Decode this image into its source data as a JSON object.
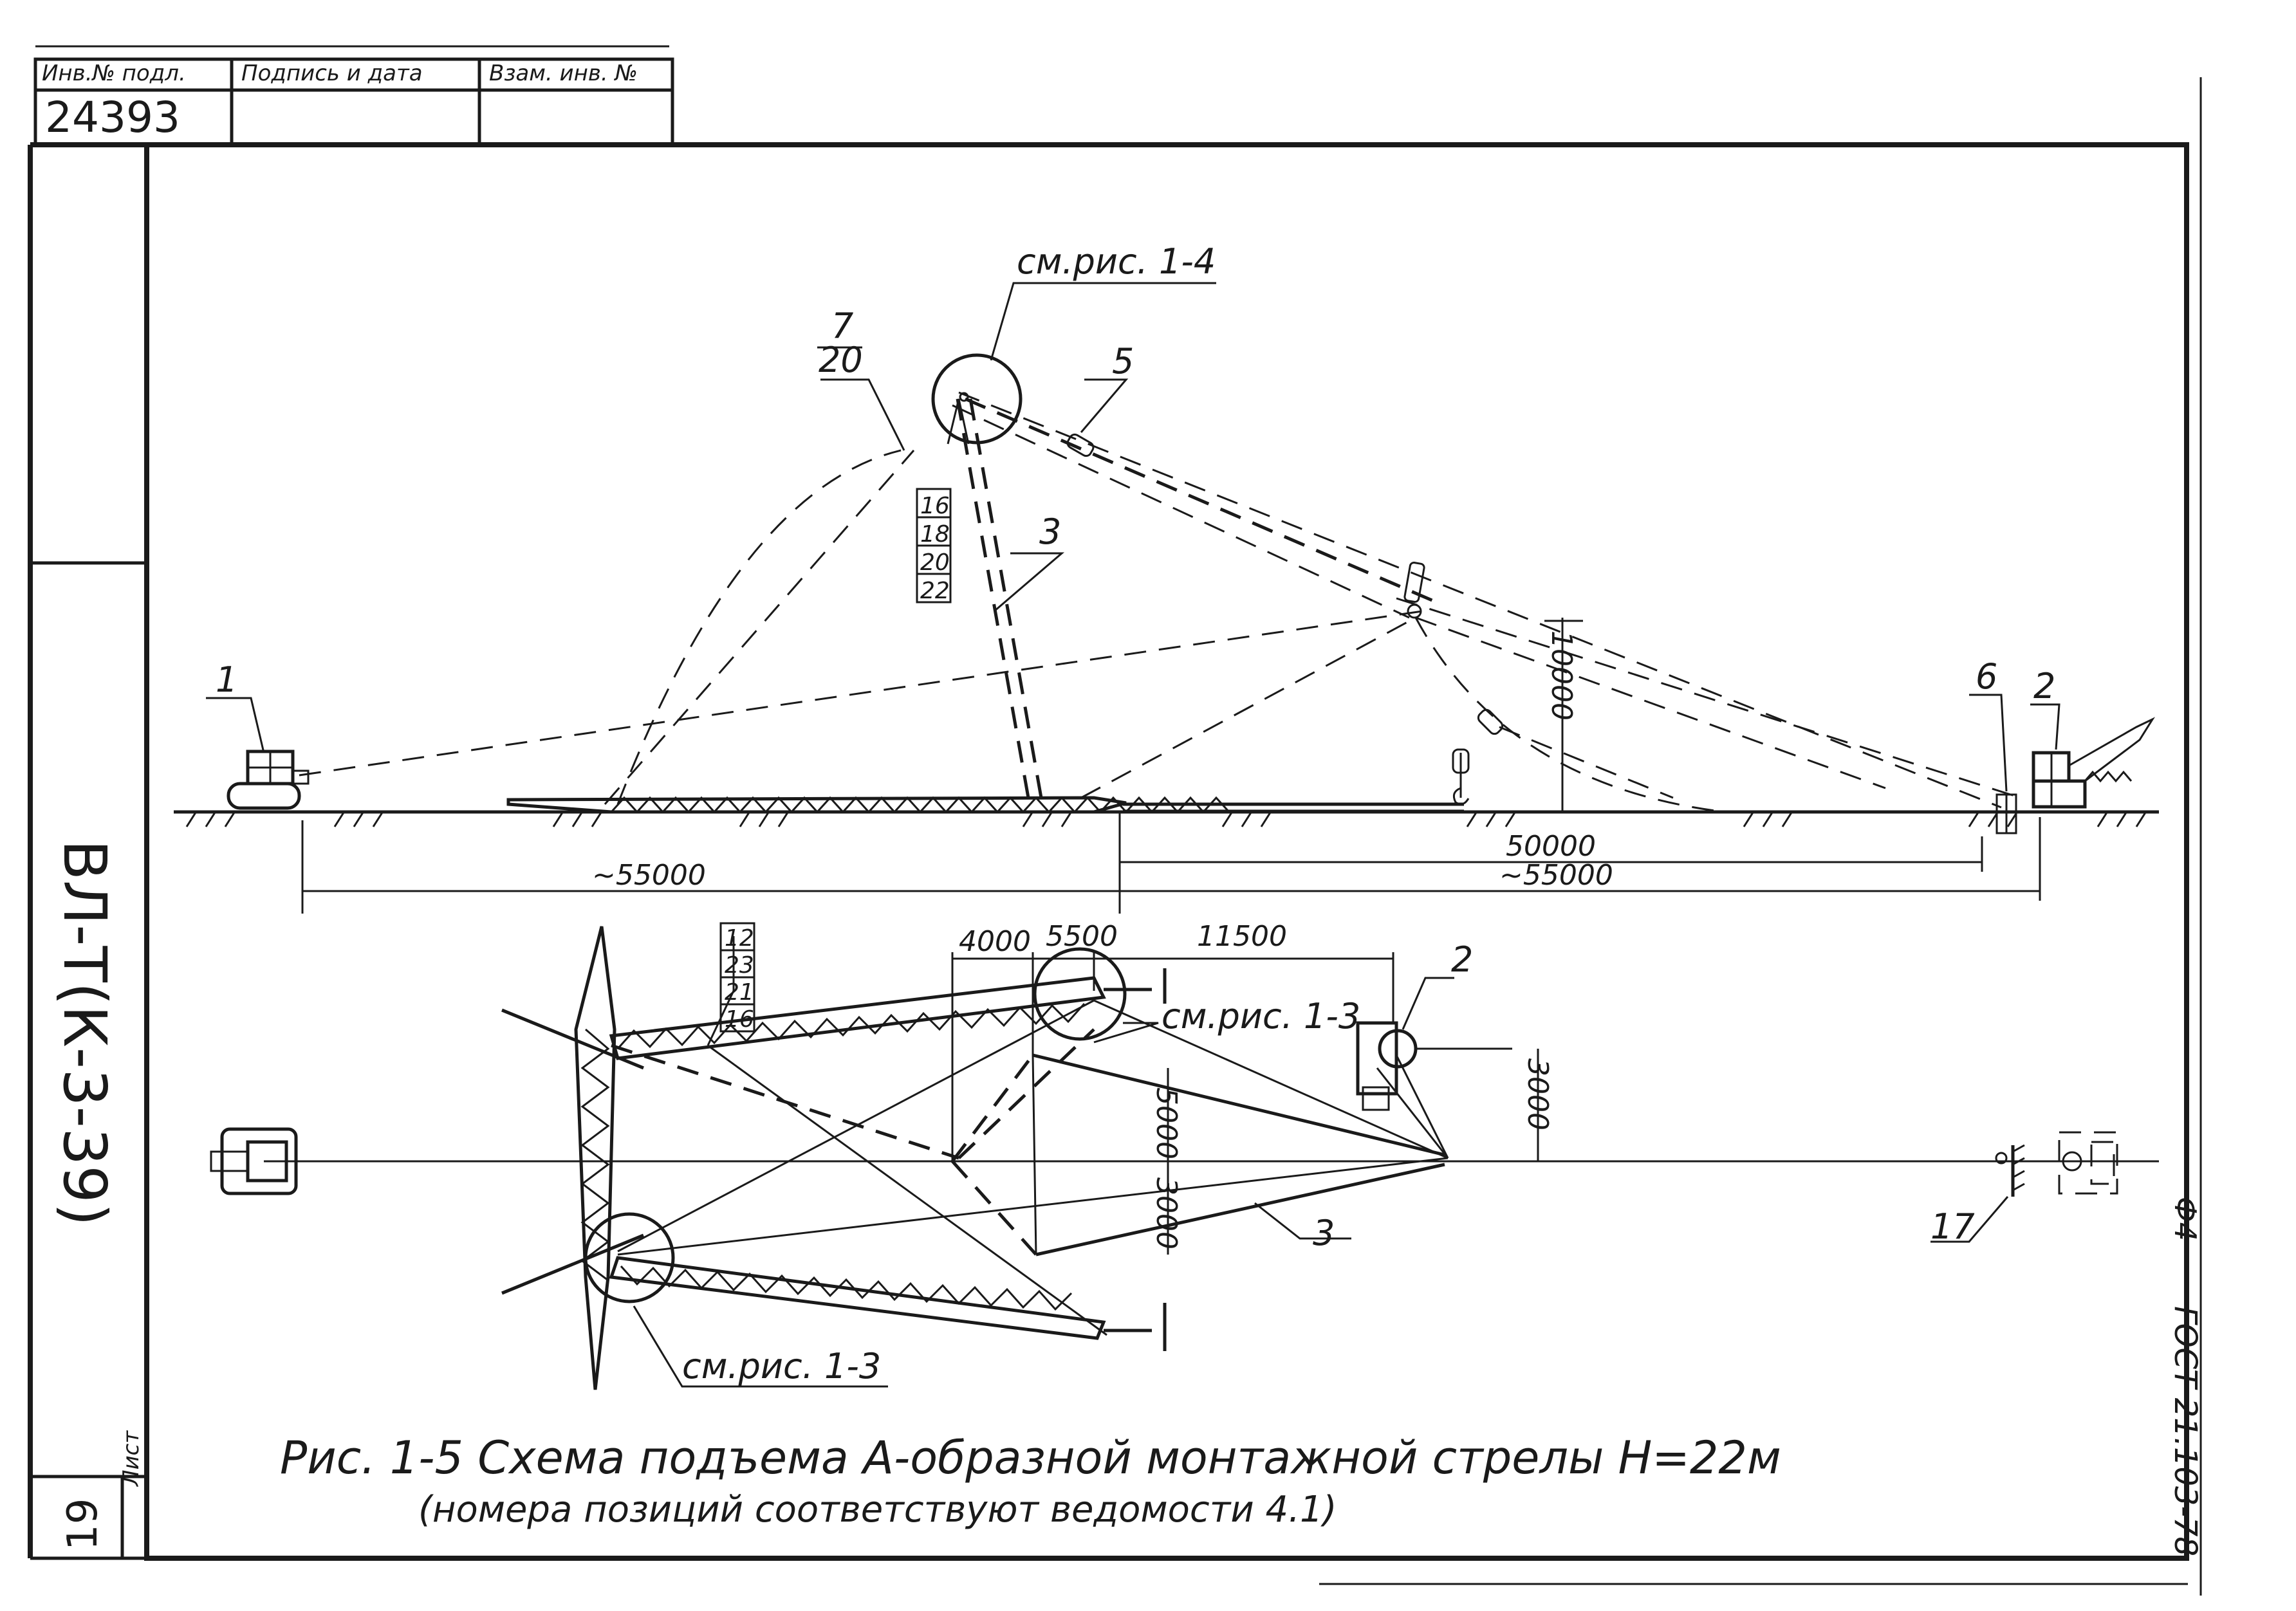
{
  "stamp": {
    "header_inv": "Инв.№ подл.",
    "header_sign": "Подпись и дата",
    "header_repl": "Взам. инв. №",
    "inventory_number": "24393"
  },
  "side": {
    "project_code": "ВЛ-Т(К-3-39)",
    "sheet_label": "Лист",
    "sheet_number": "19"
  },
  "right_margin": {
    "format": "Ф4",
    "standard": "ГОСТ 21.103-78"
  },
  "elevation": {
    "ref_main": "см.рис. 1-4",
    "dim_left_length": "~55000",
    "dim_right_length": "~55000",
    "dim_right_inner": "50000",
    "dim_height": "10000",
    "pos_1": "1",
    "pos_2": "2",
    "pos_3": "3",
    "pos_5": "5",
    "pos_6": "6",
    "pos_7": "7",
    "pos_20": "20",
    "stack": [
      "16",
      "18",
      "20",
      "22"
    ]
  },
  "plan": {
    "dim_4000": "4000",
    "dim_5500": "5500",
    "dim_11500": "11500",
    "dim_3000_right": "3000",
    "dim_5000": "5000",
    "dim_3000_mid": "3000",
    "ref_top": "см.рис. 1-3",
    "ref_bottom": "см.рис. 1-3",
    "pos_2": "2",
    "pos_3": "3",
    "pos_17": "17",
    "stack": [
      "12",
      "23",
      "21",
      "16"
    ]
  },
  "caption": {
    "line1": "Рис. 1-5  Схема подъема  А-образной  монтажной  стрелы  Н=22м",
    "line2": "(номера позиций соответствуют ведомости 4.1)"
  }
}
